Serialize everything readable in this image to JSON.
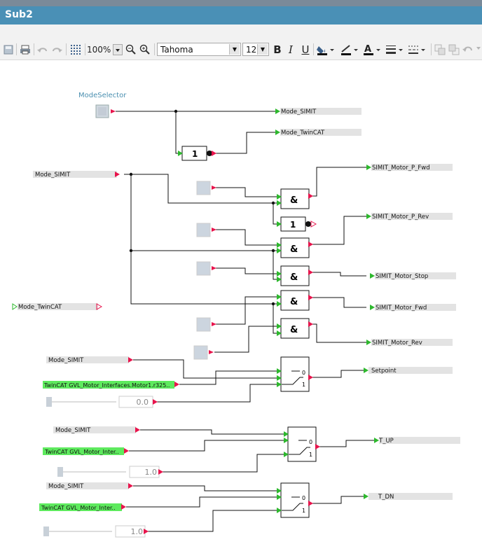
{
  "window": {
    "title": "Sub2"
  },
  "toolbar": {
    "zoom": "100%",
    "font": "Tahoma",
    "font_size": "12",
    "bold": "B",
    "italic": "I",
    "underline": "U"
  },
  "diagram": {
    "mode_selector": "ModeSelector",
    "out_mode_simit": "Mode_SIMIT",
    "out_mode_twincat": "Mode_TwinCAT",
    "not_label": "1",
    "and_label": "&",
    "in_mode_simit_1": "Mode_SIMIT",
    "in_mode_twincat": "Mode_TwinCAT",
    "out_p_fwd": "SIMIT_Motor_P_Fwd",
    "out_p_rev": "SIMIT_Motor_P_Rev",
    "out_stop": "SIMIT_Motor_Stop",
    "out_fwd": "SIMIT_Motor_Fwd",
    "out_rev": "SIMIT_Motor_Rev",
    "sw1_in_mode": "Mode_SIMIT",
    "sw1_in_tc": "TwinCAT GVL_Motor_Interfaces.Motor1.r325..",
    "sw1_value": "0.0",
    "sw1_out": "Setpoint",
    "sw2_in_mode": "Mode_SIMIT",
    "sw2_in_tc": "TwinCAT GVL_Motor_Inter..",
    "sw2_value": "1.0",
    "sw2_out": "T_UP",
    "sw3_in_mode": "Mode_SIMIT",
    "sw3_in_tc": "TwinCAT GVL_Motor_Inter..",
    "sw3_value": "1.0",
    "sw3_out": "T_DN",
    "sw_zero": "0",
    "sw_one": "1"
  },
  "colors": {
    "title_bar": "#4a90b6",
    "pin_in": "#2db82d",
    "pin_out": "#e8144c",
    "twincat_tag": "#5eea5e",
    "label_bg": "#e3e3e3"
  }
}
